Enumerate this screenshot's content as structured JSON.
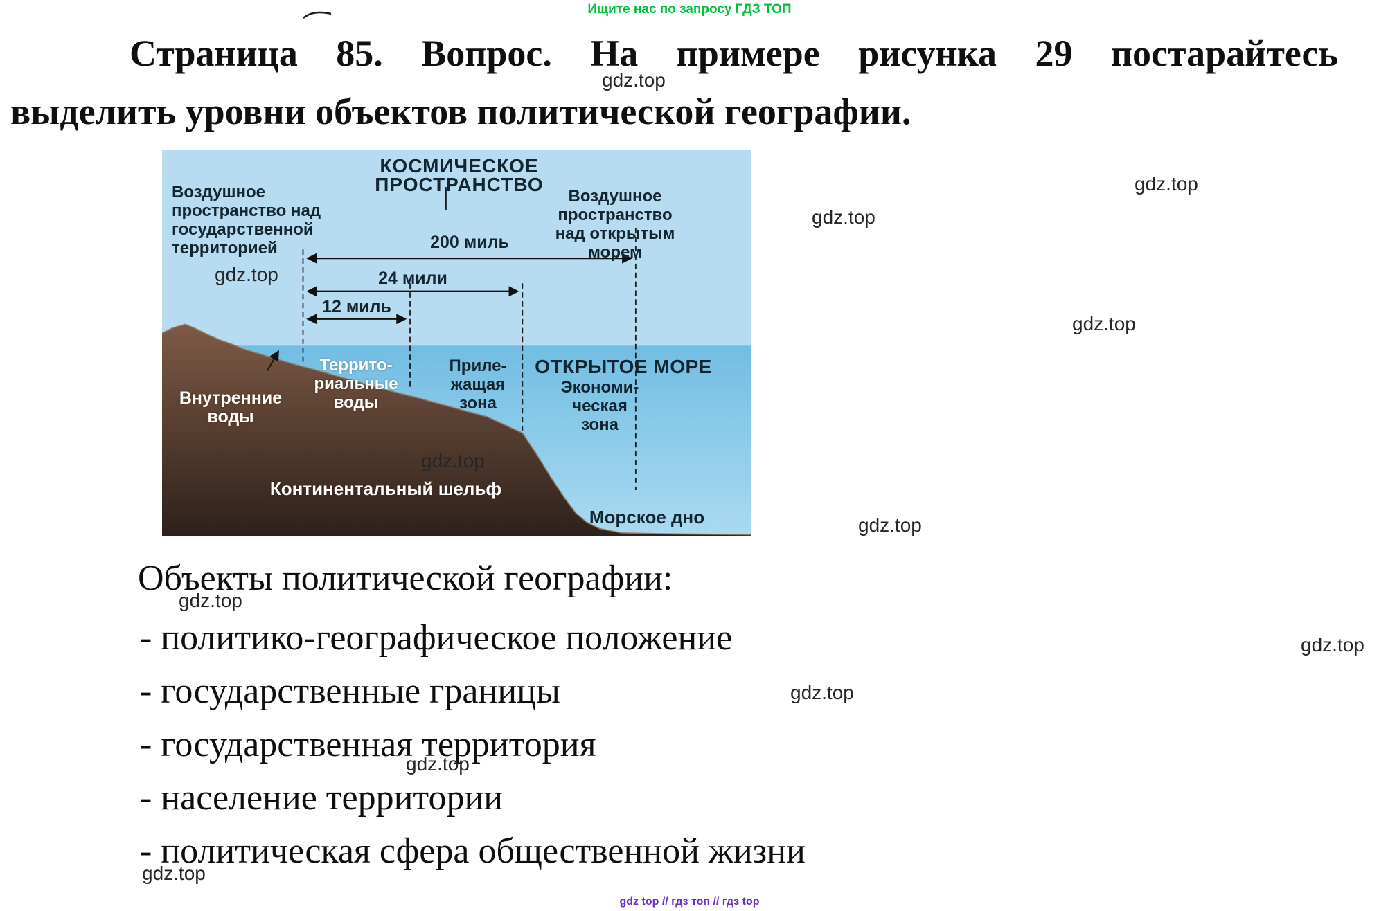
{
  "page": {
    "banner": "Ищите нас по запросу ГДЗ ТОП",
    "title_line1": "Страница 85. Вопрос. На примере рисунка 29 постарайтесь",
    "title_line2": "выделить уровни объектов политической географии.",
    "watermark": "gdz.top",
    "footer": "gdz top  //  гдз топ  //  гдз top"
  },
  "diagram": {
    "space_label": "КОСМИЧЕСКОЕ ПРОСТРАНСТВО",
    "airspace_state": "Воздушное\nпространство над\nгосударственной\nтерриторией",
    "airspace_open_sea": "Воздушное пространство\nнад открытым морем",
    "mile_200": "200 миль",
    "mile_24": "24 мили",
    "mile_12": "12 миль",
    "internal_waters": "Внутренние\nводы",
    "territorial_waters": "Террито-\nриальные\nводы",
    "contiguous_zone": "Приле-\nжащая\nзона",
    "open_sea": "ОТКРЫТОЕ МОРЕ",
    "economic_zone": "Экономи-\nческая\nзона",
    "continental_shelf": "Континентальный шельф",
    "seabed": "Морское дно",
    "colors": {
      "sky": "#b7dbf1",
      "sea_top": "#72bde3",
      "sea_bottom": "#aadaf1",
      "land_top": "#7d5b45",
      "land_mid": "#5a4032",
      "land_bottom": "#2e211b",
      "line": "#1c1c1c",
      "banner_green": "#00c23a",
      "footer_purple": "#6a2fc4"
    }
  },
  "answer": {
    "heading": "Объекты политической географии:",
    "items": [
      "- политико-географическое положение",
      "- государственные границы",
      "- государственная территория",
      "- население территории",
      "- политическая сфера общественной жизни"
    ]
  }
}
